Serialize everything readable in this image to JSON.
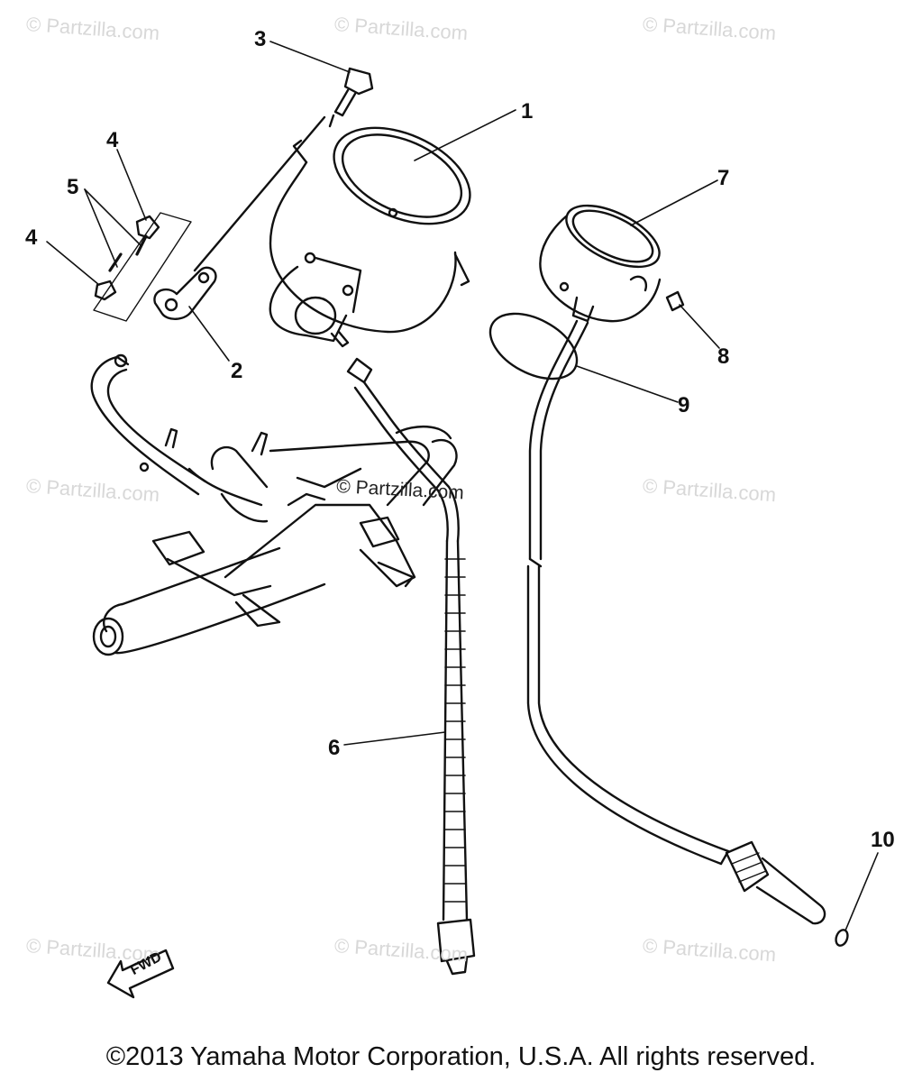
{
  "watermark": {
    "text": "© Partzilla.com"
  },
  "callouts": [
    "1",
    "2",
    "3",
    "4",
    "4",
    "5",
    "6",
    "7",
    "8",
    "9",
    "10"
  ],
  "fwd_label": "FWD",
  "copyright": "©2013  Yamaha Motor Corporation, U.S.A. All rights reserved.",
  "colors": {
    "ink": "#111111",
    "watermark": "#d8d8d8",
    "background": "#ffffff"
  }
}
